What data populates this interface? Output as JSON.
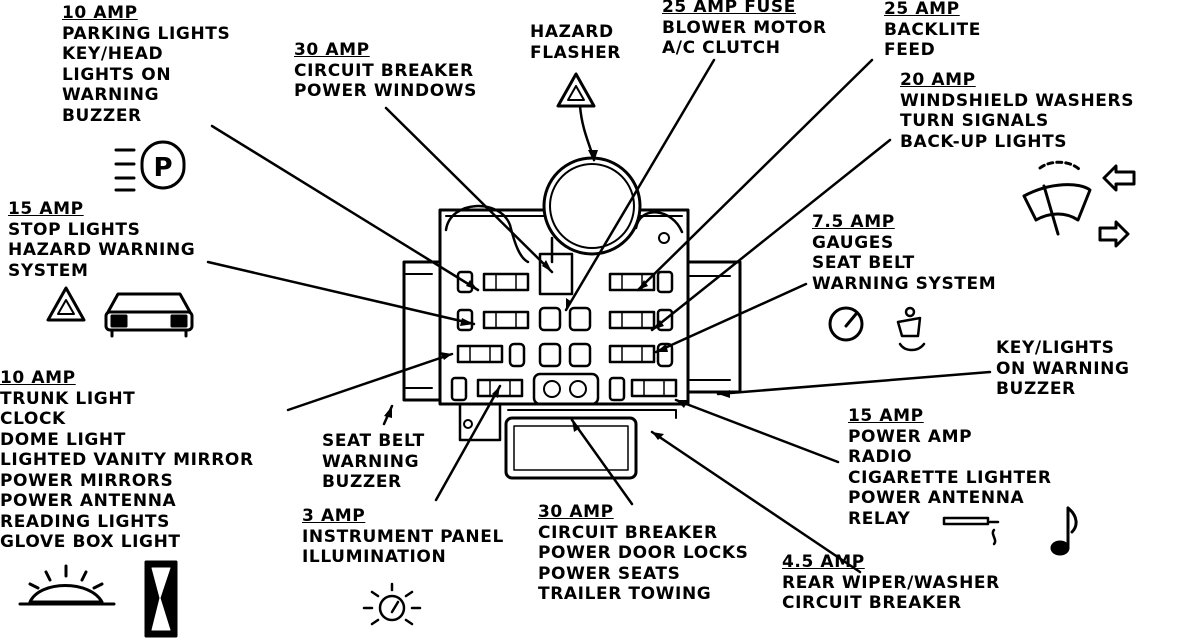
{
  "labels": {
    "parking": [
      "10 AMP",
      "PARKING LIGHTS",
      "KEY/HEAD",
      "LIGHTS ON",
      "WARNING",
      "BUZZER"
    ],
    "power_windows": [
      "30 AMP",
      "CIRCUIT BREAKER",
      "POWER WINDOWS"
    ],
    "hazard_flasher": [
      "HAZARD",
      "FLASHER"
    ],
    "blower": [
      "25 AMP FUSE",
      "BLOWER MOTOR",
      "A/C CLUTCH"
    ],
    "backlite": [
      "25 AMP",
      "BACKLITE",
      "FEED"
    ],
    "washers": [
      "20 AMP",
      "WINDSHIELD WASHERS",
      "TURN SIGNALS",
      "BACK-UP LIGHTS"
    ],
    "stop_lights": [
      "15 AMP",
      "STOP LIGHTS",
      "HAZARD WARNING",
      "SYSTEM"
    ],
    "gauges": [
      "7.5 AMP",
      "GAUGES",
      "SEAT BELT",
      "WARNING SYSTEM"
    ],
    "key_lights": [
      "KEY/LIGHTS",
      "ON WARNING",
      "BUZZER"
    ],
    "trunk": [
      "10 AMP",
      "TRUNK LIGHT",
      "CLOCK",
      "DOME LIGHT",
      "LIGHTED VANITY MIRROR",
      "POWER MIRRORS",
      "POWER ANTENNA",
      "READING LIGHTS",
      "GLOVE BOX LIGHT"
    ],
    "seat_belt_buzzer": [
      "SEAT BELT",
      "WARNING",
      "BUZZER"
    ],
    "power_amp": [
      "15 AMP",
      "POWER AMP",
      "RADIO",
      "CIGARETTE LIGHTER",
      "POWER ANTENNA",
      "RELAY"
    ],
    "instrument": [
      "3 AMP",
      "INSTRUMENT PANEL",
      "ILLUMINATION"
    ],
    "door_locks": [
      "30 AMP",
      "CIRCUIT BREAKER",
      "POWER DOOR LOCKS",
      "POWER SEATS",
      "TRAILER TOWING"
    ],
    "rear_wiper": [
      "4.5 AMP",
      "REAR WIPER/WASHER",
      "CIRCUIT BREAKER"
    ]
  },
  "parking_symbol": "P",
  "icons": [
    "parking-lights-icon",
    "hazard-triangle-icon",
    "stop-lights-car-icon",
    "windshield-wiper-icon",
    "turn-signal-arrow-icon",
    "gauge-icon",
    "seat-belt-icon",
    "cigarette-lighter-icon",
    "music-note-icon",
    "dome-light-icon",
    "hourglass-clock-icon",
    "instrument-illumination-icon"
  ]
}
